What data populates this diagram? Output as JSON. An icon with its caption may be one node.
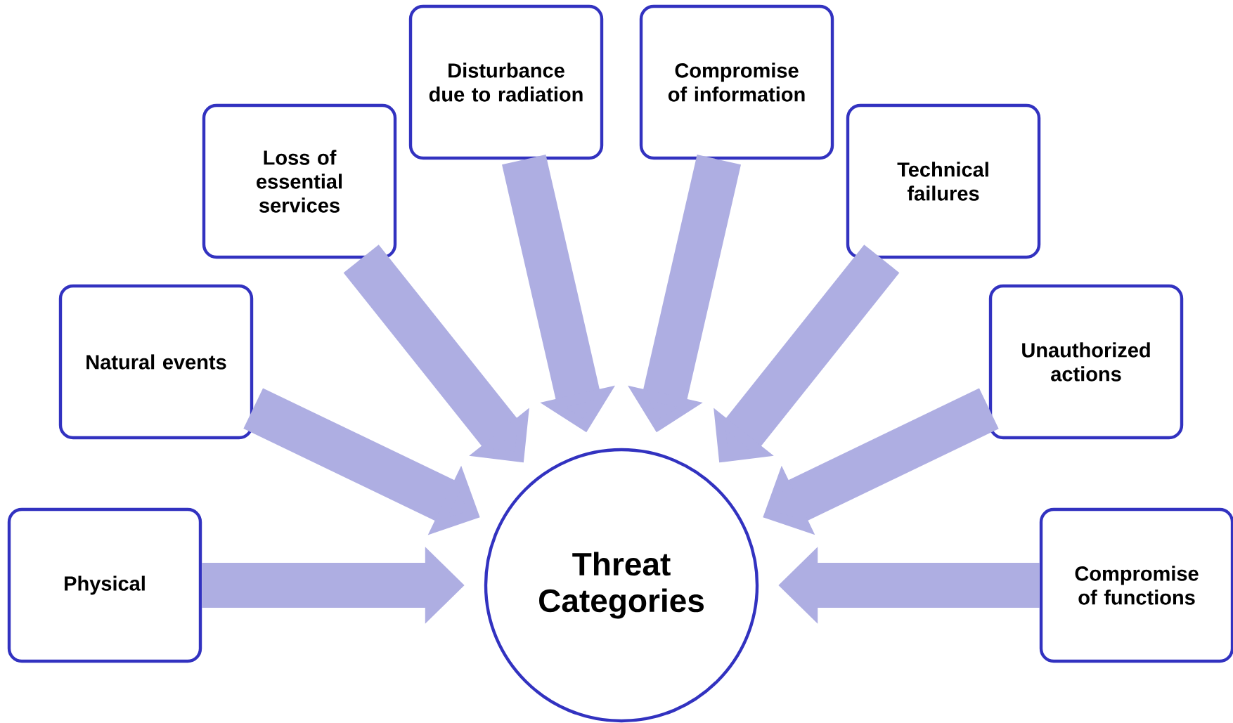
{
  "diagram": {
    "nodes": [
      {
        "text": [
          "Physical"
        ]
      },
      {
        "text": [
          "Natural events"
        ]
      },
      {
        "text": [
          "Loss of essential services"
        ]
      },
      {
        "text": [
          "Disturbance due to radiation"
        ]
      },
      {
        "text": [
          "Compromise of information"
        ]
      },
      {
        "text": [
          "Technical failures"
        ]
      },
      {
        "text": [
          "Unauthorized actions"
        ]
      },
      {
        "text": [
          "Compromise of functions"
        ]
      },
      {
        "text": [
          "Threat Categories"
        ]
      }
    ],
    "edges": [
      {
        "from": 0,
        "to": 8,
        "arrow": "to"
      },
      {
        "from": 1,
        "to": 8,
        "arrow": "to"
      },
      {
        "from": 2,
        "to": 8,
        "arrow": "to"
      },
      {
        "from": 3,
        "to": 8,
        "arrow": "to"
      },
      {
        "from": 4,
        "to": 8,
        "arrow": "to"
      },
      {
        "from": 5,
        "to": 8,
        "arrow": "to"
      },
      {
        "from": 6,
        "to": 8,
        "arrow": "to"
      },
      {
        "from": 7,
        "to": 8,
        "arrow": "to"
      }
    ]
  }
}
